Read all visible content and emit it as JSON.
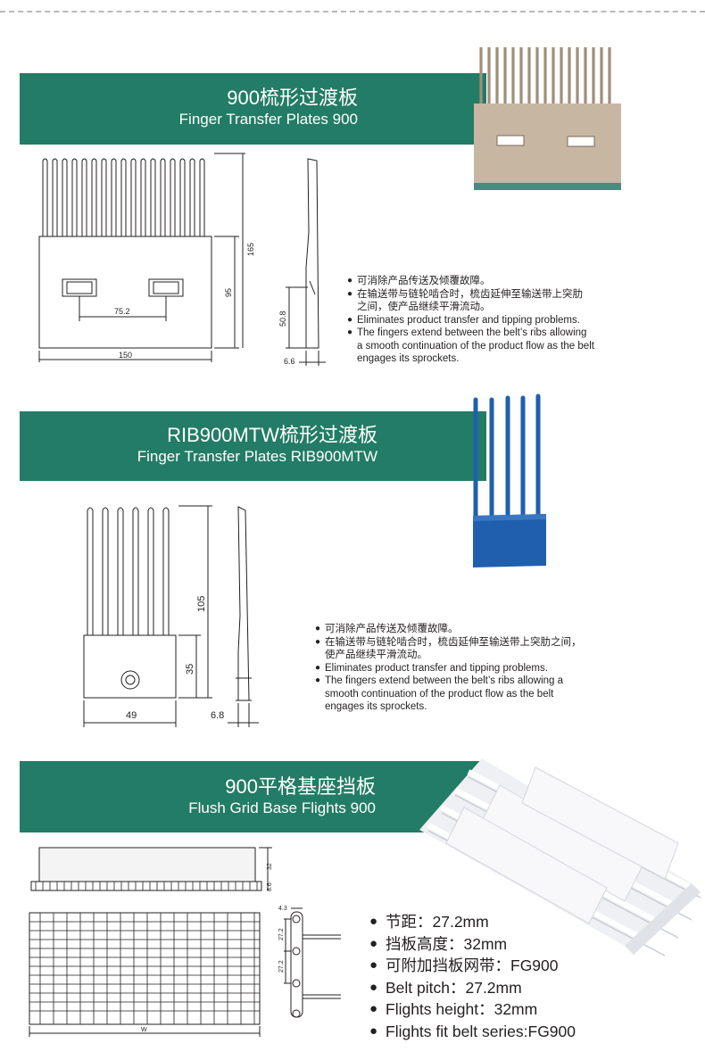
{
  "sections": [
    {
      "title_cn": "900梳形过渡板",
      "title_en": "Finger Transfer Plates 900",
      "dims": {
        "width": "150",
        "hole_spacing": "75.2",
        "height": "165",
        "base": "95",
        "side_height": "50.8",
        "thickness": "6.6"
      },
      "bullets": [
        "可消除产品传送及倾覆故障。",
        "在输送带与链轮啮合时，梳齿延伸至输送带上突肋",
        "之间，使产品继续平滑流动。",
        "Eliminates product transfer and tipping problems.",
        "The fingers extend between the belt’s ribs allowing",
        "a smooth continuation of the product flow as the belt",
        "engages its sprockets."
      ]
    },
    {
      "title_cn": "RIB900MTW梳形过渡板",
      "title_en": "Finger Transfer Plates RIB900MTW",
      "dims": {
        "width": "49",
        "height": "105",
        "base": "35",
        "thickness": "6.8"
      },
      "bullets": [
        "可消除产品传送及倾覆故障。",
        "在输送带与链轮啮合时，梳齿延伸至输送带上突肋之间，",
        "使产品继续平滑流动。",
        "Eliminates product transfer and tipping problems.",
        "The fingers extend between the belt’s ribs allowing a",
        "smooth continuation of the product flow as the belt",
        "engages its sprockets."
      ]
    },
    {
      "title_cn": "900平格基座挡板",
      "title_en": "Flush Grid Base Flights 900",
      "dims": {
        "flight_height": "32",
        "belt_thickness": "8.6",
        "offset": "4.3",
        "pitch_a": "27.2",
        "pitch_b": "27.2",
        "width_label": "W"
      },
      "bullets": [
        "节距：27.2mm",
        "挡板高度：32mm",
        "可附加挡板网带：FG900",
        "Belt pitch：27.2mm",
        "Flights height：32mm",
        "Flights fit belt series:FG900"
      ]
    }
  ],
  "colors": {
    "banner": "#237c65",
    "plate": "#c7b7a2",
    "blue": "#1f5fae",
    "white_belt": "#f2f2f4"
  }
}
